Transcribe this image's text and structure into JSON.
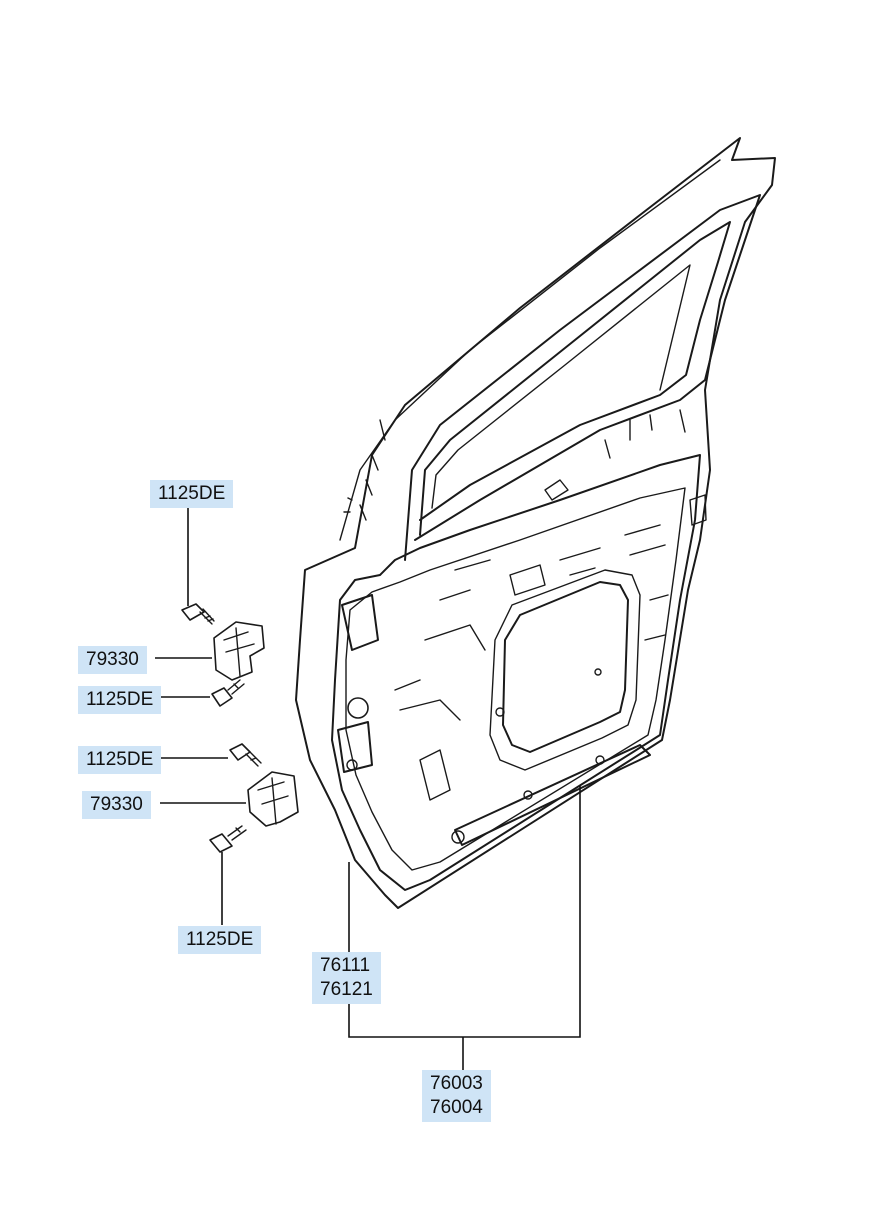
{
  "diagram": {
    "callouts": {
      "bolt_upper_top": "1125DE",
      "hinge_upper": "79330",
      "bolt_upper_bottom": "1125DE",
      "bolt_lower_top": "1125DE",
      "hinge_lower": "79330",
      "bolt_lower_bottom": "1125DE",
      "door_panel_line1": "76111",
      "door_panel_line2": "76121",
      "door_assembly_line1": "76003",
      "door_assembly_line2": "76004"
    },
    "colors": {
      "callout_background": "#cfe4f6",
      "line_art": "#1a1a1a"
    }
  }
}
